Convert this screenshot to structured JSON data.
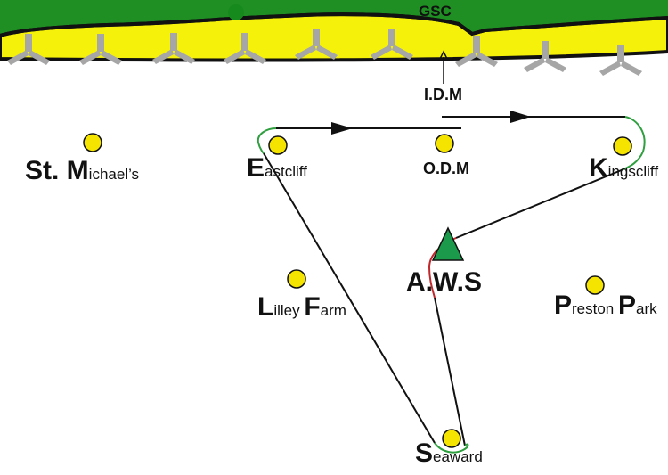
{
  "header": {
    "gsc": "GSC"
  },
  "markers": {
    "idm": "I.D.M",
    "odm": "O.D.M",
    "aws": "A.W.S"
  },
  "places": {
    "st_michaels": {
      "initial": "St. M",
      "rest": "ichael’s"
    },
    "eastcliff": {
      "initial": "E",
      "rest": "astcliff"
    },
    "kingscliff": {
      "initial": "K",
      "rest": "ingscliff"
    },
    "lilley_farm": {
      "initial1": "L",
      "rest1": "illey ",
      "initial2": "F",
      "rest2": "arm"
    },
    "preston_park": {
      "initial1": "P",
      "rest1": "reston ",
      "initial2": "P",
      "rest2": "ark"
    },
    "seaward": {
      "initial": "S",
      "rest": "eaward"
    }
  },
  "colors": {
    "grass": "#1f8f23",
    "sand": "#f5f10a",
    "node": "#f5e300",
    "aws": "#1a9a4a",
    "track": "#111111",
    "turn_green": "#2f9f3f",
    "turn_red": "#c0282c",
    "groyne": "#a6a6a6"
  }
}
